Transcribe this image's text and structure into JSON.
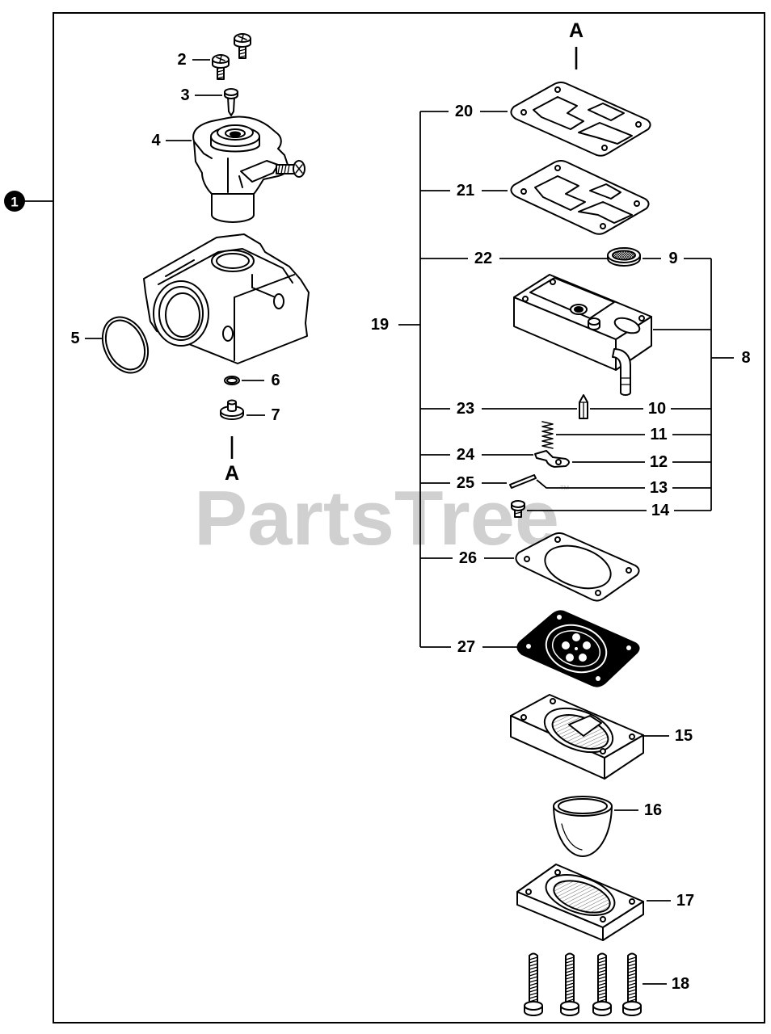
{
  "diagram": {
    "callouts": [
      "1",
      "2",
      "3",
      "4",
      "5",
      "6",
      "7",
      "8",
      "9",
      "10",
      "11",
      "12",
      "13",
      "14",
      "15",
      "16",
      "17",
      "18",
      "19",
      "20",
      "21",
      "22",
      "23",
      "24",
      "25",
      "26",
      "27"
    ],
    "section_markers": {
      "top": "A",
      "bottom": "A"
    },
    "watermark": {
      "text": "PartsTree",
      "trademark": "™"
    }
  },
  "colors": {
    "line": "#000000",
    "background": "#ffffff",
    "watermark": "#d0d0d0"
  }
}
